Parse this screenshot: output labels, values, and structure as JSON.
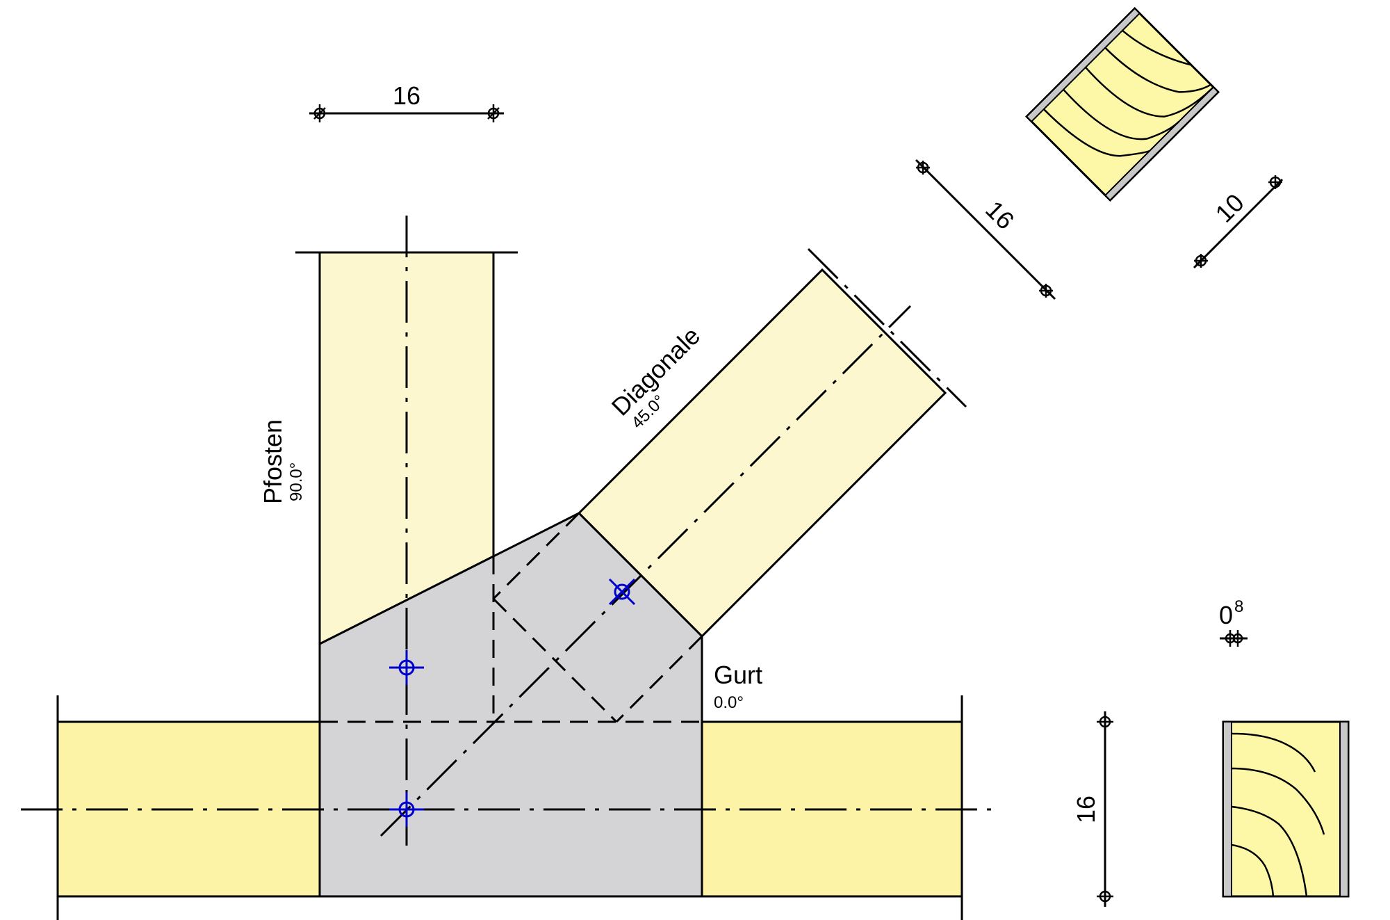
{
  "colors": {
    "member_fill": "#fdf7cf",
    "chord_fill": "#fdf3a6",
    "node_plate": "#d4d4d6",
    "marker": "#0000cc",
    "side_plate": "#c8c8c8"
  },
  "members": {
    "post": {
      "name": "Pfosten",
      "angle": "90.0°"
    },
    "diagonal": {
      "name": "Diagonale",
      "angle": "45.0°"
    },
    "chord": {
      "name": "Gurt",
      "angle": "0.0°"
    }
  },
  "dimensions": {
    "post_width": "16",
    "diagonal_depth": "16",
    "diagonal_width": "10",
    "chord_depth": "16",
    "gap": "0",
    "gap_exponent": "8"
  }
}
